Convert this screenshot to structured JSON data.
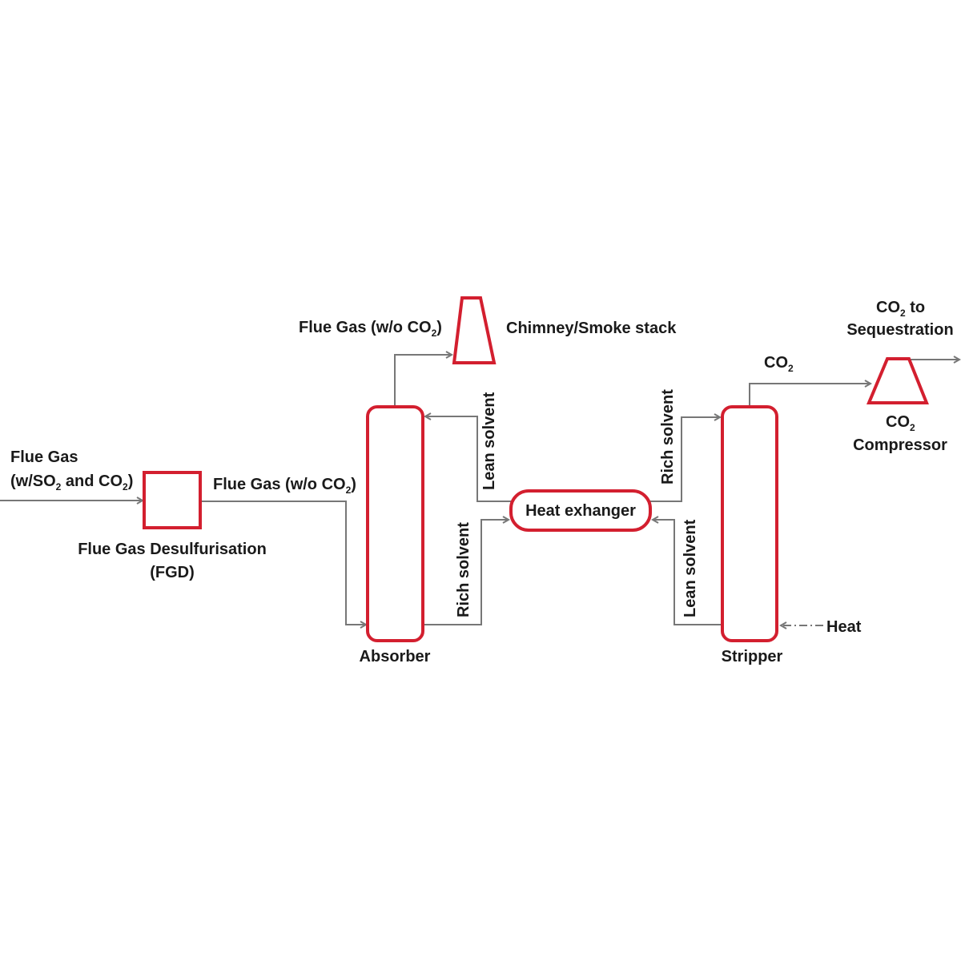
{
  "colors": {
    "unit_outline": "#d31f2f",
    "flow_line": "#777777",
    "text": "#1a1a1a"
  },
  "labels": {
    "inlet_line1": "Flue Gas",
    "inlet_line2_a": "(w/SO",
    "inlet_line2_sub1": "2",
    "inlet_line2_b": " and CO",
    "inlet_line2_sub2": "2",
    "inlet_line2_c": ")",
    "fgd_line1": "Flue Gas Desulfurisation",
    "fgd_line2": "(FGD)",
    "fgd_out_a": "Flue Gas (w/o CO",
    "fgd_out_sub": "2",
    "fgd_out_c": ")",
    "stack_in_a": "Flue Gas (w/o CO",
    "stack_in_sub": "2",
    "stack_in_c": ")",
    "chimney": "Chimney/Smoke stack",
    "absorber": "Absorber",
    "lean_solvent_1": "Lean solvent",
    "rich_solvent_1": "Rich solvent",
    "heat_exchanger": "Heat exhanger",
    "rich_solvent_2": "Rich solvent",
    "lean_solvent_2": "Lean solvent",
    "stripper": "Stripper",
    "heat": "Heat",
    "co2_a": "CO",
    "co2_sub": "2",
    "seq_line1_a": "CO",
    "seq_line1_sub": "2",
    "seq_line1_b": " to",
    "seq_line2": "Sequestration",
    "comp_line1_a": "CO",
    "comp_line1_sub": "2",
    "comp_line2": "Compressor"
  }
}
